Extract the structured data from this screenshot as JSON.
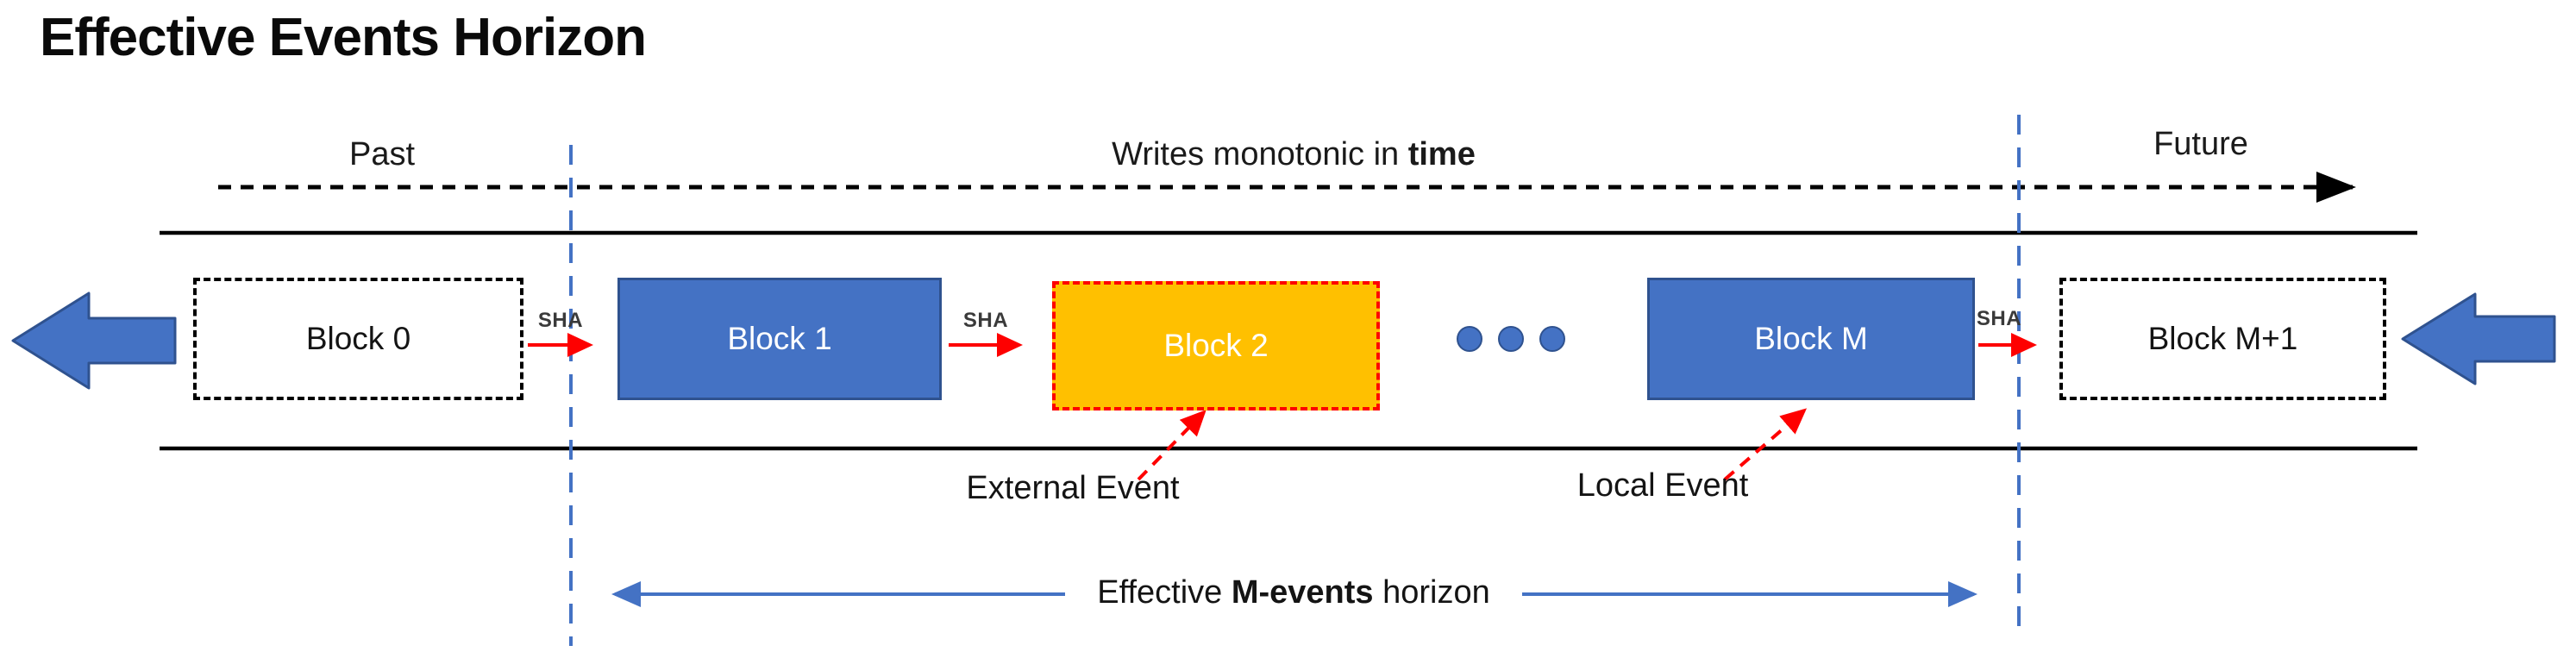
{
  "page": {
    "title": "Effective Events Horizon"
  },
  "timeline": {
    "past_label": "Past",
    "writes_label_prefix": "Writes monotonic in ",
    "writes_label_bold": "time",
    "future_label": "Future"
  },
  "blocks": {
    "block0": "Block 0",
    "block1": "Block 1",
    "block2": "Block 2",
    "blockM": "Block M",
    "blockM1": "Block M+1"
  },
  "hash_label": "SHA",
  "events": {
    "external": "External Event",
    "local": "Local Event"
  },
  "horizon": {
    "prefix": "Effective ",
    "bold": "M-events",
    "suffix": " horizon"
  },
  "colors": {
    "block_blue": "#4472C4",
    "block_blue_border": "#2F528F",
    "highlight_orange": "#FFC000",
    "alert_red": "#FE0000",
    "line_black": "#000000"
  }
}
